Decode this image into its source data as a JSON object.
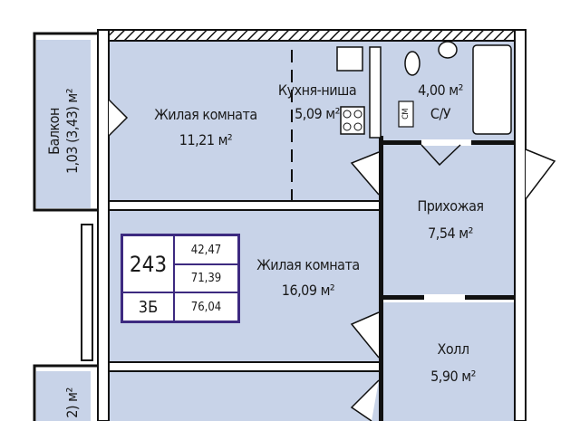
{
  "rooms": {
    "balcony": {
      "name": "Балкон",
      "area": "1,03 (3,43) м²"
    },
    "living1": {
      "name": "Жилая комната",
      "area": "11,21 м²"
    },
    "kitchen": {
      "name": "Кухня-ниша",
      "area": "5,09 м²"
    },
    "bathroom": {
      "area": "4,00 м²",
      "name": "С/У",
      "washer": "СМ"
    },
    "hallway": {
      "name": "Прихожая",
      "area": "7,54 м²"
    },
    "living2": {
      "name": "Жилая комната",
      "area": "16,09 м²"
    },
    "hall": {
      "name": "Холл",
      "area": "5,90 м²"
    },
    "balcony2": {
      "area_partial": "2) м²"
    }
  },
  "apartment_info": {
    "number": "243",
    "type": "3Б",
    "living_area": "42,47",
    "total_area": "71,39",
    "total_with_balcony": "76,04"
  },
  "colors": {
    "room_fill": "#c8d3e8",
    "wall": "#111111",
    "info_border": "#3d2a80"
  }
}
